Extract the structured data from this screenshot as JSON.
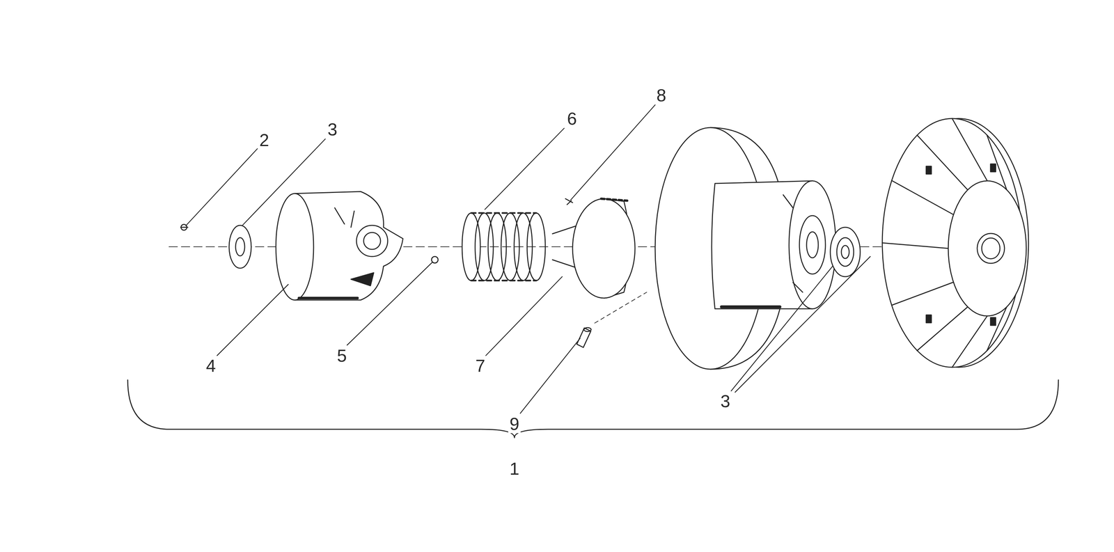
{
  "diagram": {
    "labels": [
      "2",
      "3",
      "6",
      "8",
      "4",
      "5",
      "7",
      "9",
      "3",
      "1"
    ]
  }
}
